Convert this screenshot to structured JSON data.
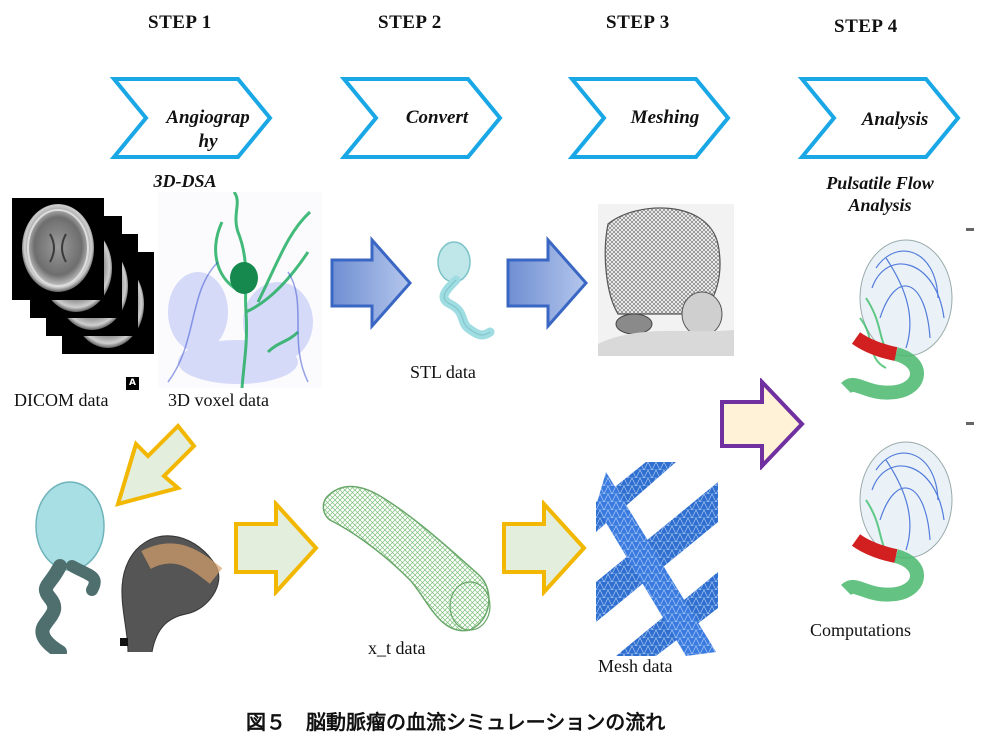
{
  "steps": [
    {
      "title": "STEP 1",
      "label": "Angiograp\nhy",
      "sub": "3D-DSA"
    },
    {
      "title": "STEP 2",
      "label": "Convert"
    },
    {
      "title": "STEP 3",
      "label": "Meshing"
    },
    {
      "title": "STEP 4",
      "label": "Analysis",
      "sub": "Pulsatile Flow\nAnalysis"
    }
  ],
  "captions": {
    "dicom": "DICOM data",
    "voxel": "3D voxel data",
    "stl": "STL data",
    "xt": "x_t data",
    "mesh": "Mesh data",
    "computations": "Computations"
  },
  "badge": "A",
  "figure_title": "図５　脳動脈瘤の血流シミュレーションの流れ",
  "colors": {
    "chevron_stroke": "#1aa7e6",
    "blue_arrow_fill": "#8fa8d8",
    "blue_arrow_stroke": "#3a66c4",
    "yellow_arrow_fill": "#e3eedc",
    "yellow_arrow_stroke": "#f2b700",
    "purple_arrow_fill": "#fff2d6",
    "purple_arrow_stroke": "#7030a0",
    "mesh_blue": "#2e6fd0",
    "vessel_green": "#2fb36b"
  }
}
